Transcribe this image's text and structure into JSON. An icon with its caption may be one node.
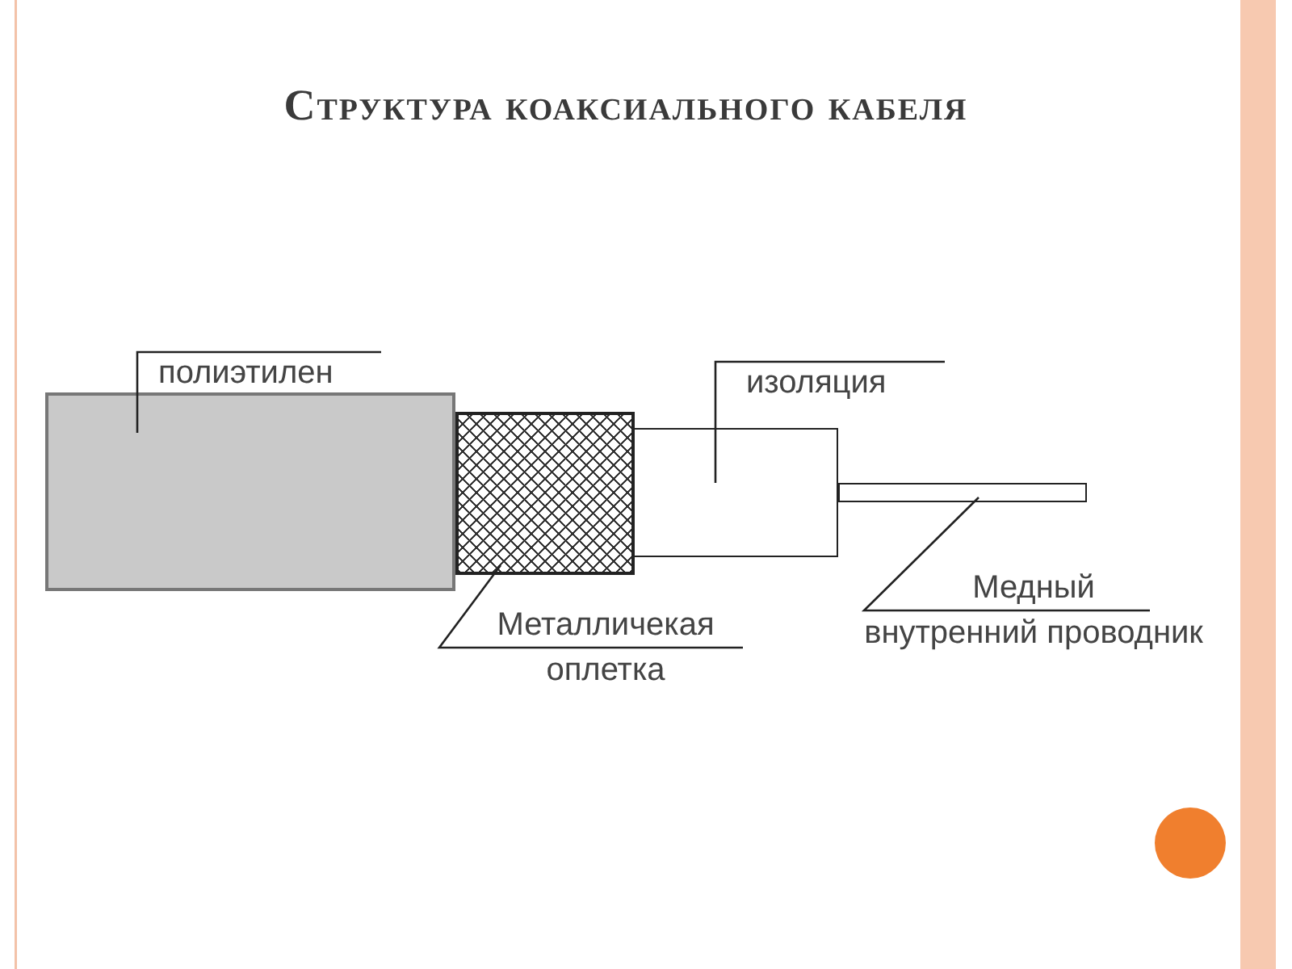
{
  "diagram": {
    "title": "Структура коаксиального кабеля",
    "nodes": [
      {
        "text": [
          "полиэтилен"
        ]
      },
      {
        "text": [],
        "shape": "box"
      },
      {
        "text": [
          "Металличекая оплетка"
        ]
      },
      {
        "text": [],
        "shape": "box"
      },
      {
        "text": [
          "изоляция"
        ]
      },
      {
        "text": [],
        "shape": "box"
      },
      {
        "text": [
          "Медный внутренний проводник"
        ]
      },
      {
        "text": [],
        "shape": "bar"
      }
    ],
    "edges": [
      {
        "from": 0,
        "to": 1,
        "arrow": "none"
      },
      {
        "from": 2,
        "to": 3,
        "arrow": "none"
      },
      {
        "from": 4,
        "to": 5,
        "arrow": "none"
      },
      {
        "from": 6,
        "to": 7,
        "arrow": "none"
      }
    ]
  }
}
